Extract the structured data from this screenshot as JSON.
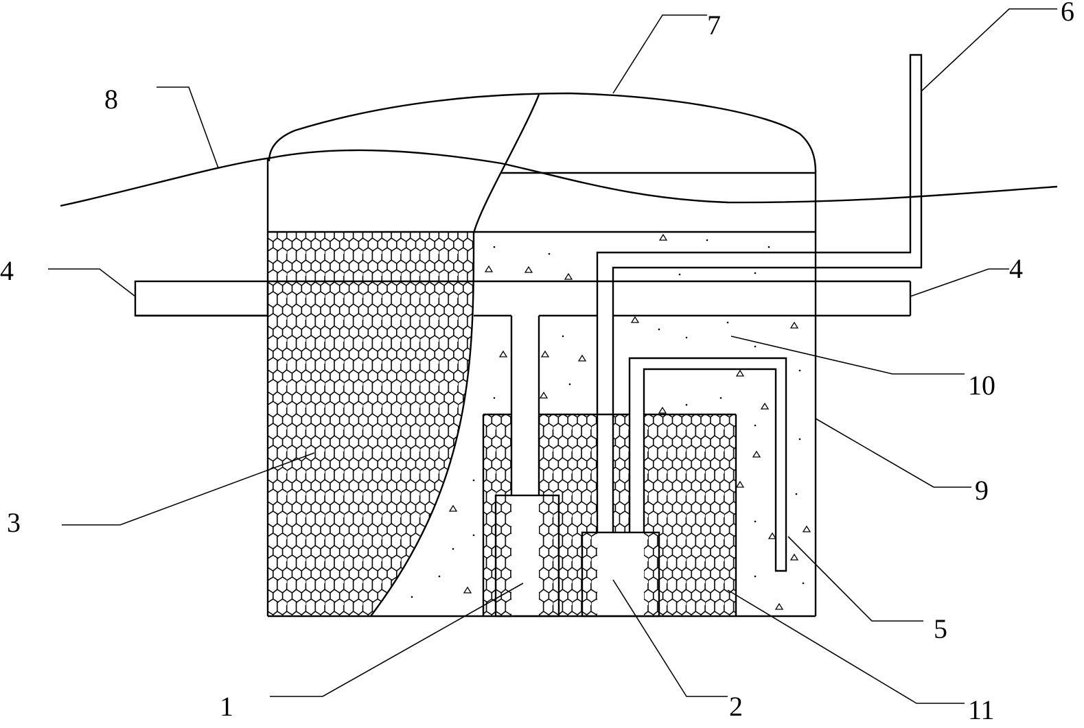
{
  "labels": {
    "l1": "1",
    "l2": "2",
    "l3": "3",
    "l4_left": "4",
    "l4_right": "4",
    "l5": "5",
    "l6": "6",
    "l7": "7",
    "l8": "8",
    "l9": "9",
    "l10": "10",
    "l11": "11"
  }
}
